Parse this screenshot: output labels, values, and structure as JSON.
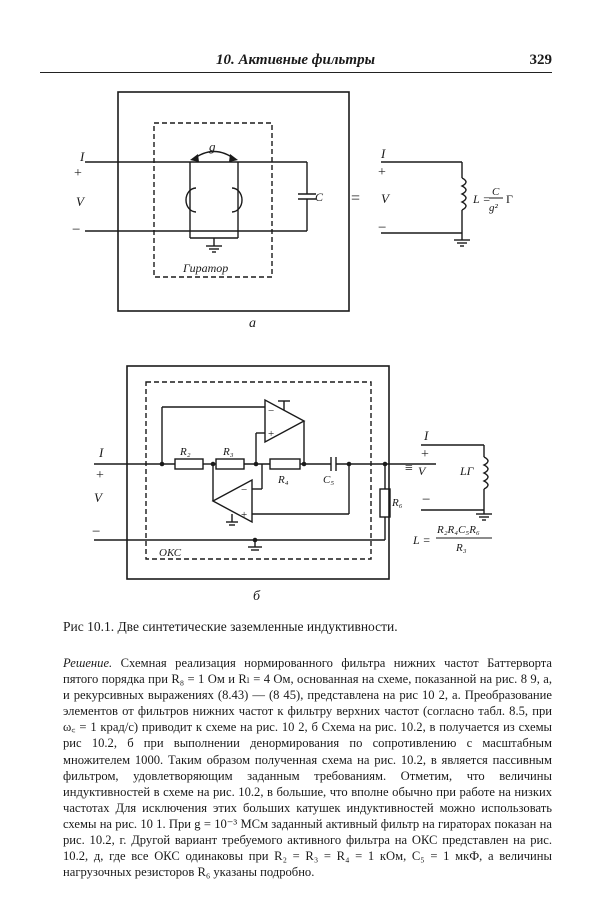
{
  "header": {
    "chapter_title": "10. Активные фильтры",
    "page_number": "329"
  },
  "figure_a": {
    "label_I": "I",
    "label_plus": "+",
    "label_V": "V",
    "label_minus": "−",
    "label_g": "g",
    "label_C": "C",
    "gyrator_label": "Гиратор",
    "equiv_sign": "=",
    "right_I": "I",
    "right_plus": "+",
    "right_V": "V",
    "right_minus": "−",
    "inductance_L": "L =",
    "inductance_num": "C",
    "inductance_den": "g²",
    "inductance_unit": "Г",
    "sublabel": "a"
  },
  "figure_b": {
    "label_I": "I",
    "label_plus": "+",
    "label_V": "V",
    "label_minus": "−",
    "R2": "R₂",
    "R3": "R₃",
    "R4": "R₄",
    "C5": "C₅",
    "R6": "R₆",
    "oks_label": "ОКС",
    "equiv_sign": "≡",
    "right_I": "I",
    "right_plus": "+",
    "right_V": "V",
    "right_minus": "−",
    "right_L": "LГ",
    "formula_lhs": "L =",
    "formula_num": "R₂R₄C₅R₆",
    "formula_den": "R₃",
    "sublabel": "б"
  },
  "caption": "Рис 10.1. Две синтетические заземленные индуктивности.",
  "body": {
    "lead": "Решение.",
    "text": "Схемная реализация нормированного фильтра нижних частот Баттерворта пятого порядка при R₈ = 1 Ом и Rₗ = 4 Ом, основанная на схеме, показанной на рис. 8 9, а, и рекурсивных выражениях (8.43) — (8 45), представлена на рис 10 2, а. Преобразование элементов от фильтров нижних частот к фильтру верхних частот (согласно табл. 8.5, при ω꜀ = 1 крад/с) приводит к схеме на рис. 10 2, б Схема на рис. 10.2, в получается из схемы рис 10.2, б при выполнении денормирования по сопротивлению с масштабным множителем 1000. Таким образом полученная схема на рис. 10.2, в является пассивным фильтром, удовлетворяющим заданным требованиям. Отметим, что величины индуктивностей в схеме на рис. 10.2, в большие, что вполне обычно при работе на низких частотах Для исключения этих больших катушек индуктивностей можно использовать схемы на рис. 10 1. При g = 10⁻³ МСм заданный активный фильтр на гираторах показан на рис. 10.2, г. Другой вариант требуемого активного фильтра на ОКС представлен на рис. 10.2, д, где все ОКС одинаковы при R₂ = R₃ = R₄ = 1 кОм, C₅ = 1 мкФ, а величины нагрузочных резисторов R₆ указаны подробно."
  }
}
